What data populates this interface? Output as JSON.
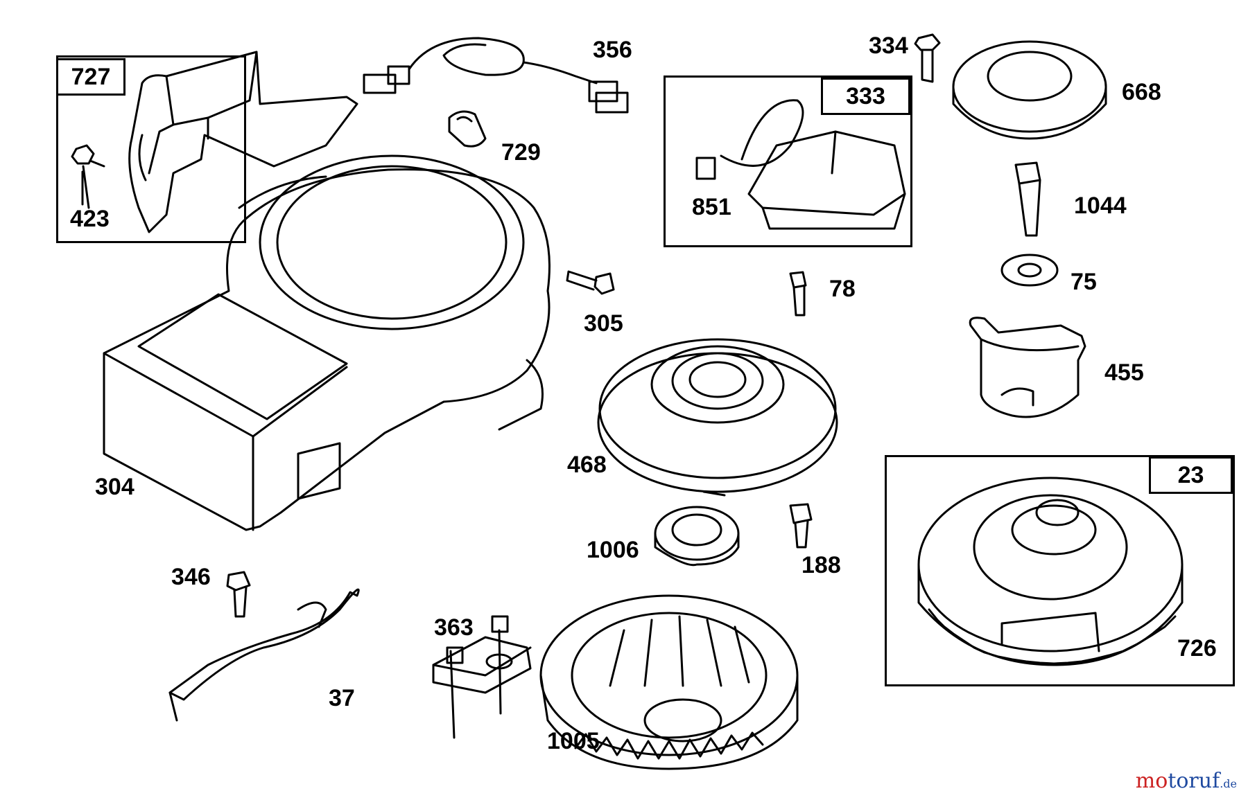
{
  "diagram": {
    "group_boxes": [
      "727",
      "333",
      "23"
    ],
    "part_numbers": [
      "356",
      "334",
      "729",
      "668",
      "851",
      "1044",
      "423",
      "305",
      "78",
      "75",
      "455",
      "304",
      "468",
      "1006",
      "188",
      "346",
      "363",
      "726",
      "37",
      "1005"
    ]
  },
  "watermark": {
    "part1": "motoruf",
    "part2": ".de"
  },
  "colors": {
    "line": "#000000",
    "background": "#ffffff",
    "watermark_red": "#cc2222",
    "watermark_blue": "#1f4aa0"
  }
}
